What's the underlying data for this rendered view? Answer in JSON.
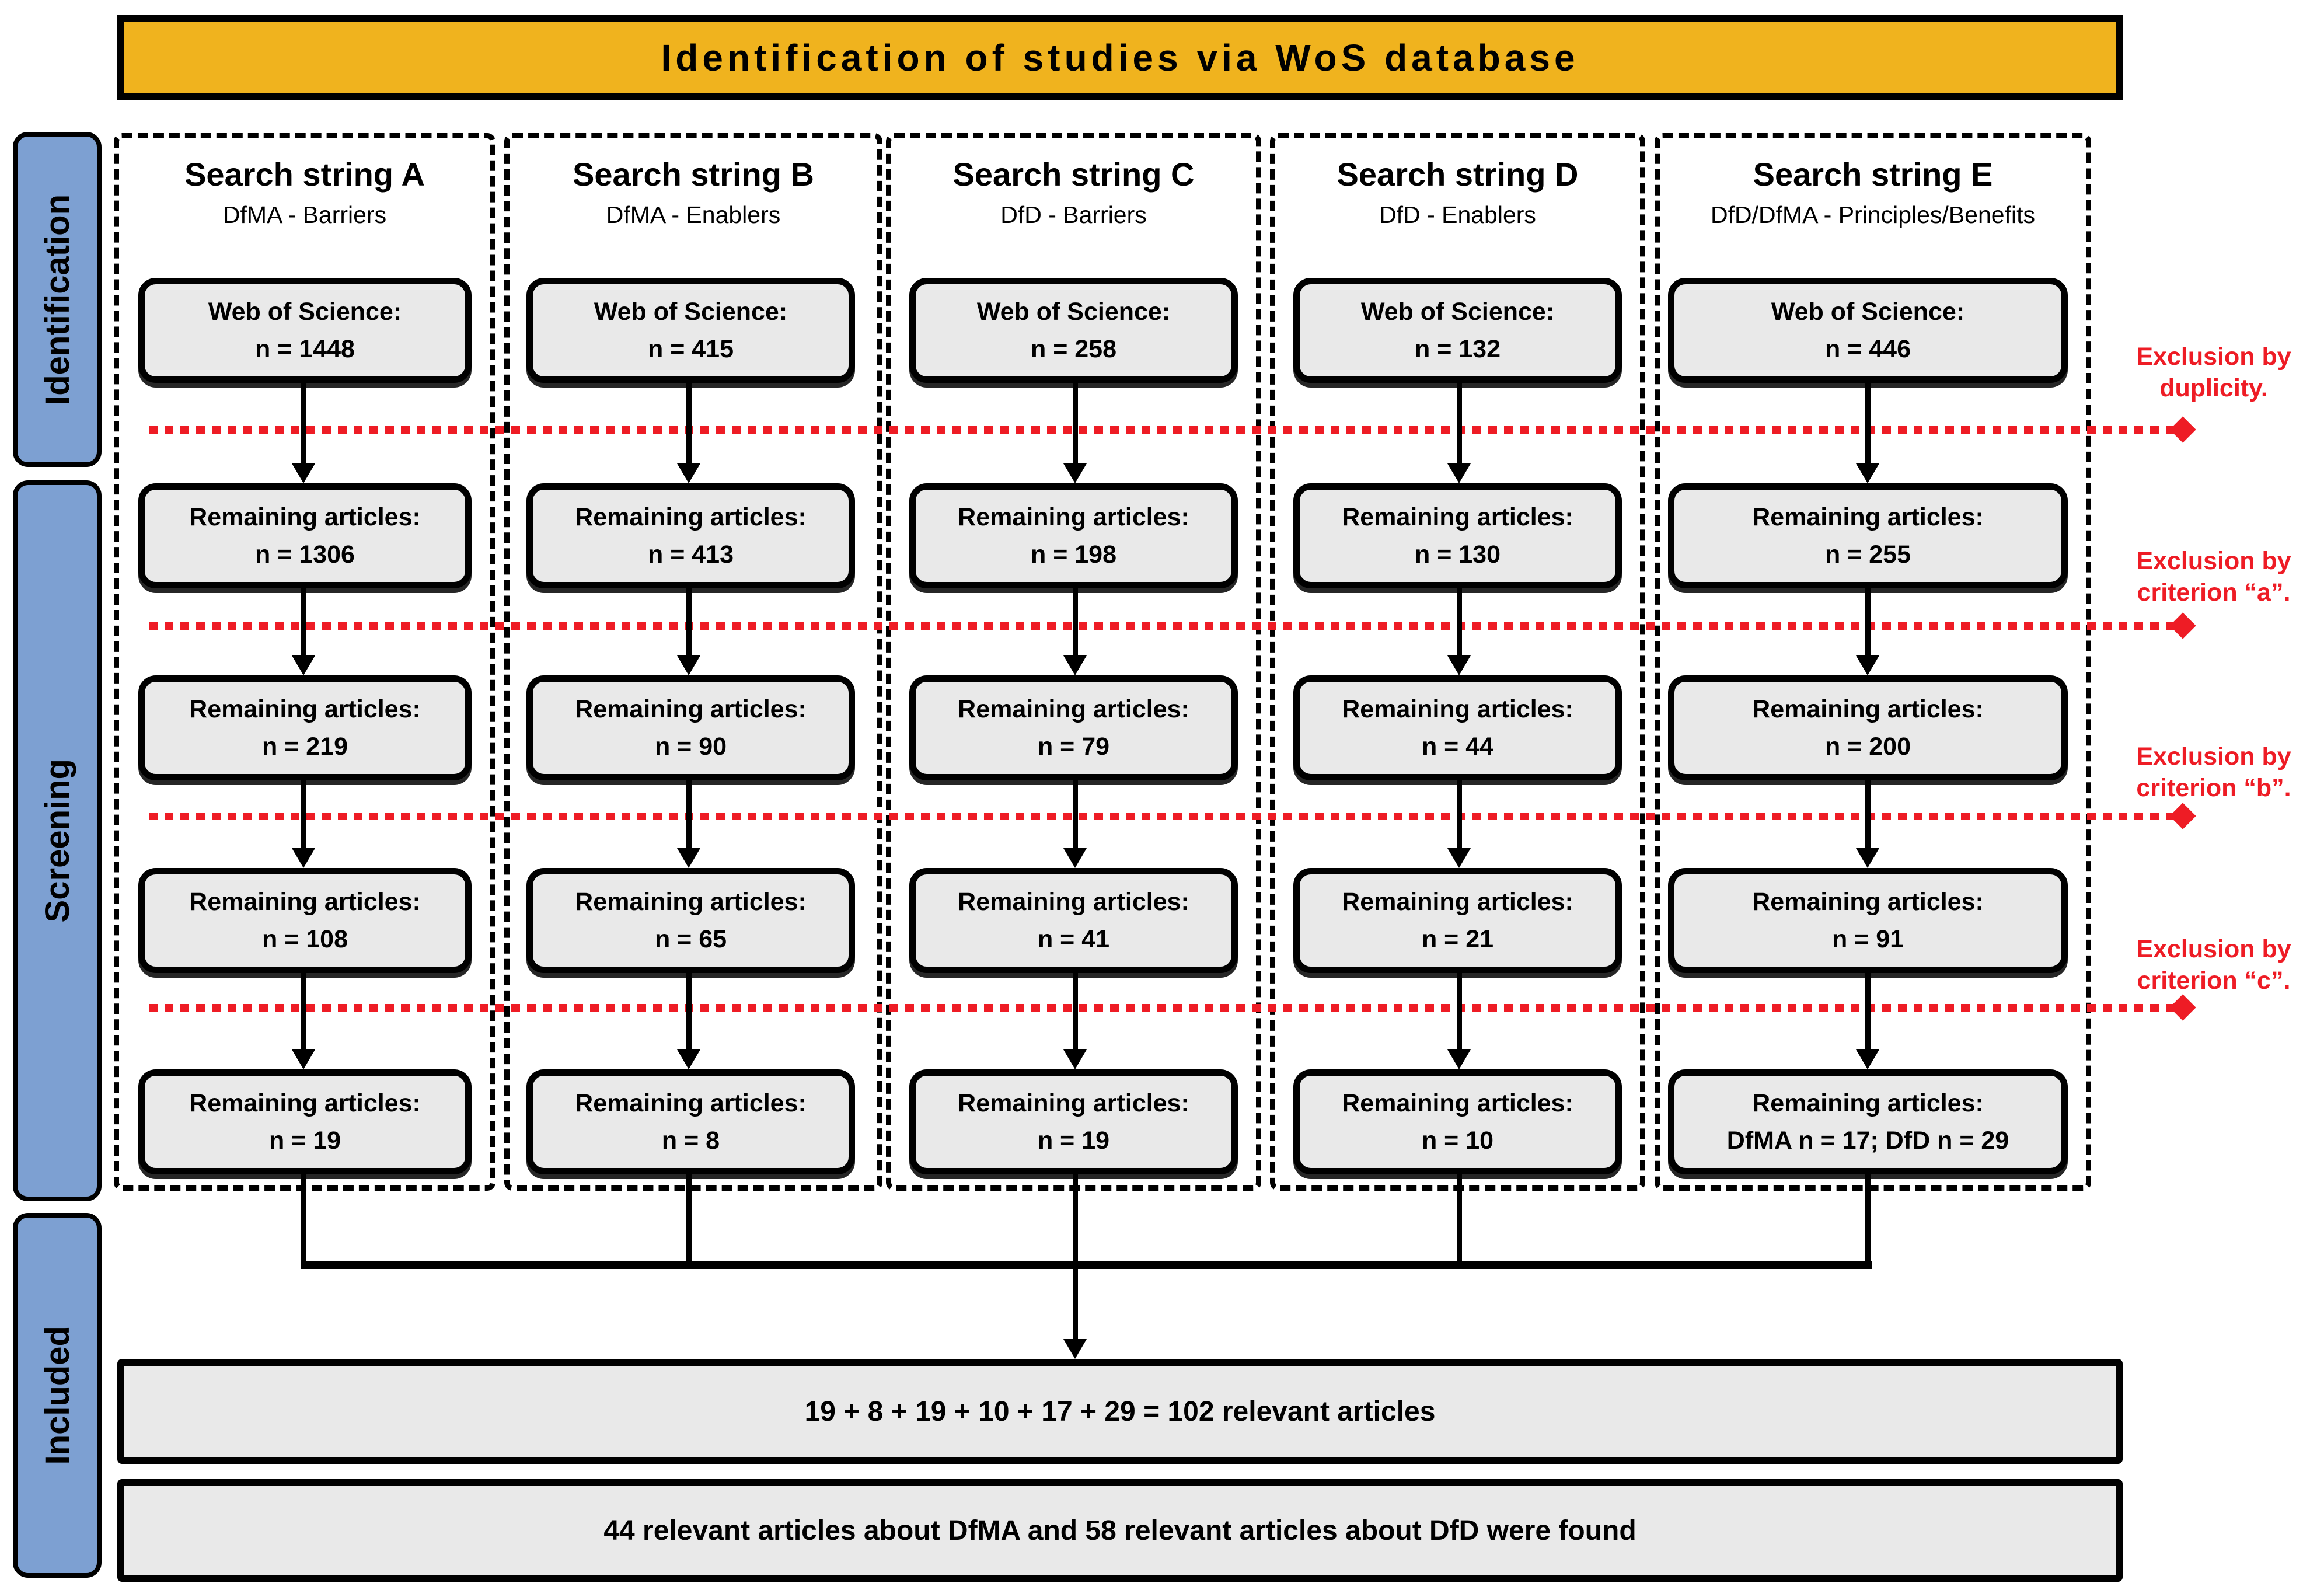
{
  "title": "Identification of studies via WoS database",
  "stages": [
    {
      "label": "Identification"
    },
    {
      "label": "Screening"
    },
    {
      "label": "Included"
    }
  ],
  "columns": [
    {
      "header": "Search string A",
      "subtitle": "DfMA - Barriers",
      "boxes": [
        {
          "line1": "Web of Science:",
          "line2": "n = 1448"
        },
        {
          "line1": "Remaining articles:",
          "line2": "n = 1306"
        },
        {
          "line1": "Remaining articles:",
          "line2": "n = 219"
        },
        {
          "line1": "Remaining articles:",
          "line2": "n = 108"
        },
        {
          "line1": "Remaining articles:",
          "line2": "n = 19"
        }
      ]
    },
    {
      "header": "Search string B",
      "subtitle": "DfMA - Enablers",
      "boxes": [
        {
          "line1": "Web of Science:",
          "line2": "n = 415"
        },
        {
          "line1": "Remaining articles:",
          "line2": "n = 413"
        },
        {
          "line1": "Remaining articles:",
          "line2": "n = 90"
        },
        {
          "line1": "Remaining articles:",
          "line2": "n = 65"
        },
        {
          "line1": "Remaining articles:",
          "line2": "n = 8"
        }
      ]
    },
    {
      "header": "Search string C",
      "subtitle": "DfD - Barriers",
      "boxes": [
        {
          "line1": "Web of Science:",
          "line2": "n = 258"
        },
        {
          "line1": "Remaining articles:",
          "line2": "n = 198"
        },
        {
          "line1": "Remaining articles:",
          "line2": "n = 79"
        },
        {
          "line1": "Remaining articles:",
          "line2": "n = 41"
        },
        {
          "line1": "Remaining articles:",
          "line2": "n = 19"
        }
      ]
    },
    {
      "header": "Search string D",
      "subtitle": "DfD - Enablers",
      "boxes": [
        {
          "line1": "Web of Science:",
          "line2": "n = 132"
        },
        {
          "line1": "Remaining articles:",
          "line2": "n = 130"
        },
        {
          "line1": "Remaining articles:",
          "line2": "n = 44"
        },
        {
          "line1": "Remaining articles:",
          "line2": "n = 21"
        },
        {
          "line1": "Remaining articles:",
          "line2": "n = 10"
        }
      ]
    },
    {
      "header": "Search string E",
      "subtitle": "DfD/DfMA - Principles/Benefits",
      "boxes": [
        {
          "line1": "Web of Science:",
          "line2": "n = 446"
        },
        {
          "line1": "Remaining articles:",
          "line2": "n = 255"
        },
        {
          "line1": "Remaining articles:",
          "line2": "n = 200"
        },
        {
          "line1": "Remaining articles:",
          "line2": "n = 91"
        },
        {
          "line1": "Remaining articles:",
          "line2": "DfMA n = 17; DfD n = 29"
        }
      ]
    }
  ],
  "exclusions": [
    {
      "line1": "Exclusion by",
      "line2": "duplicity."
    },
    {
      "line1": "Exclusion by",
      "line2": "criterion “a”."
    },
    {
      "line1": "Exclusion by",
      "line2": "criterion “b”."
    },
    {
      "line1": "Exclusion by",
      "line2": "criterion “c”."
    }
  ],
  "summary": {
    "total": "19 + 8 + 19 + 10 + 17 + 29 = 102 relevant articles",
    "breakdown": "44 relevant articles about DfMA and 58 relevant articles about DfD were found"
  },
  "colors": {
    "title_bg": "#F0B31E",
    "stage_bg": "#7DA0D2",
    "box_bg": "#E9E9E9",
    "exclusion_red": "#EE1C25",
    "line_black": "#000000"
  }
}
